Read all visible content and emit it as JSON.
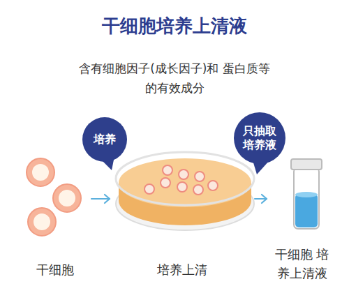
{
  "diagram": {
    "title": "干细胞培养上清液",
    "nodes": [
      {
        "text": [
          "培养"
        ]
      },
      {
        "text": [
          "只抽取 培养液"
        ]
      },
      {
        "text": [
          "干细胞"
        ]
      },
      {
        "text": [
          "培养上清"
        ]
      },
      {
        "text": [
          "干细胞 培养上清液"
        ]
      }
    ],
    "edges": [
      {
        "from": 2,
        "to": 3,
        "arrow": "to"
      },
      {
        "from": 3,
        "to": 4,
        "arrow": "to"
      }
    ],
    "labels": [
      "含有细胞因子(成长因子)和 蛋白质等的有效成分"
    ]
  }
}
